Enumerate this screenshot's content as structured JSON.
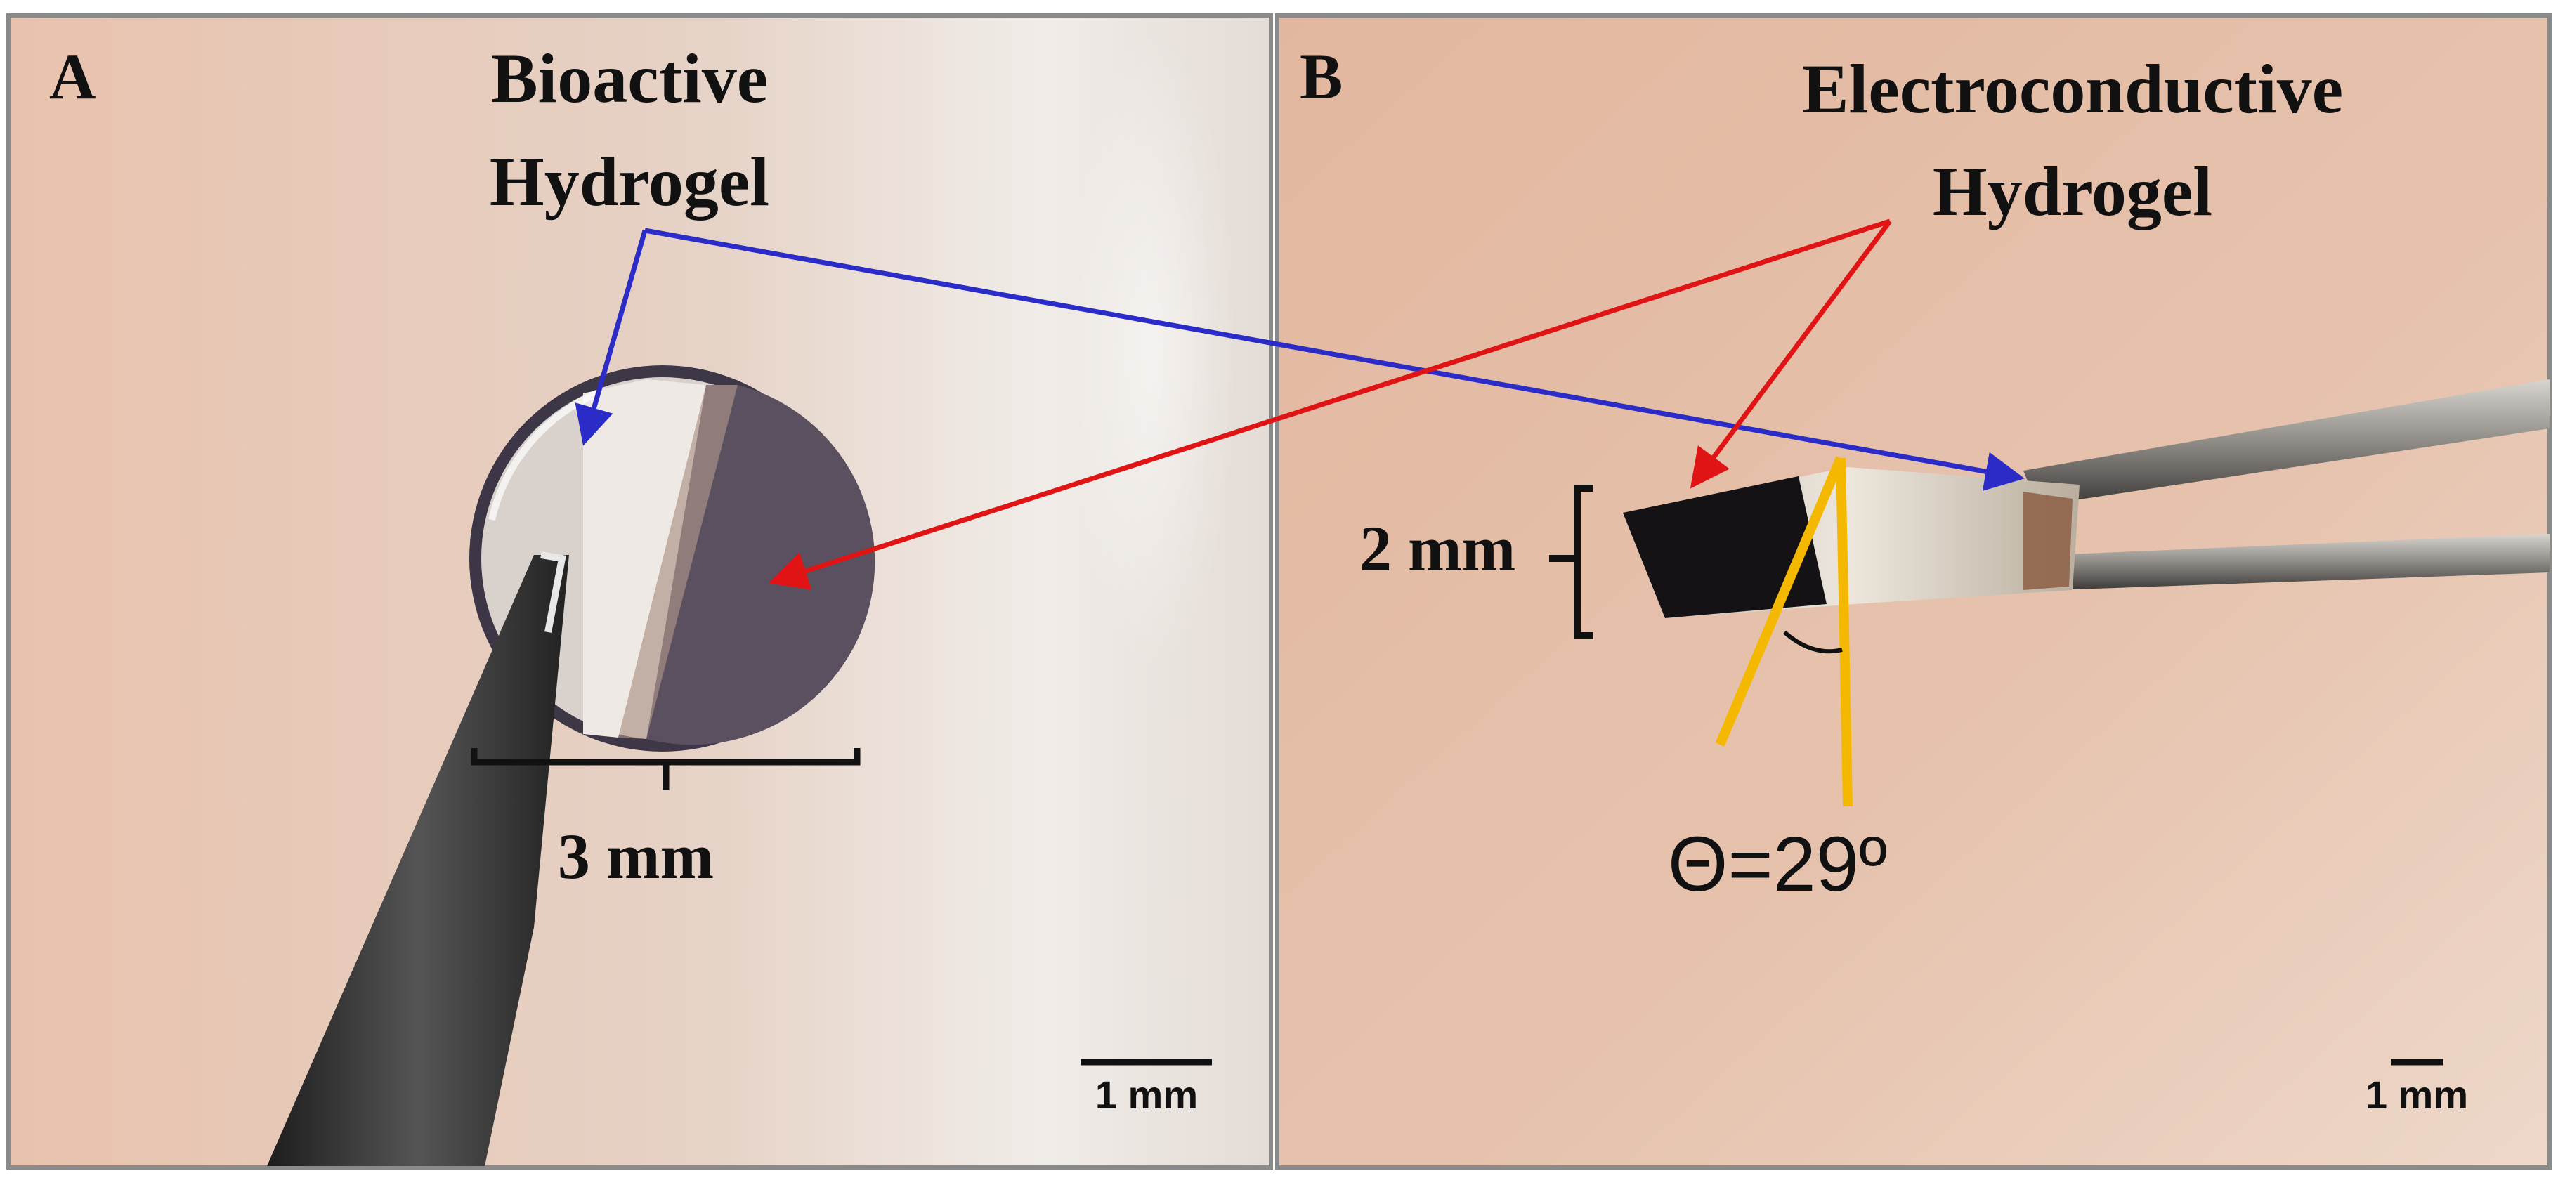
{
  "panels": {
    "a": {
      "letter": "A",
      "label_line1": "Bioactive",
      "label_line2": "Hydrogel",
      "dimension": "3 mm",
      "scale_bar": "1 mm"
    },
    "b": {
      "letter": "B",
      "label_line1": "Electroconductive",
      "label_line2": "Hydrogel",
      "dimension": "2 mm",
      "angle": "Θ=29º",
      "scale_bar": "1 mm"
    }
  },
  "colors": {
    "bioactive_arrow": "#2b2bc8",
    "electroconductive_arrow": "#e01414",
    "angle_lines": "#f5b800"
  }
}
